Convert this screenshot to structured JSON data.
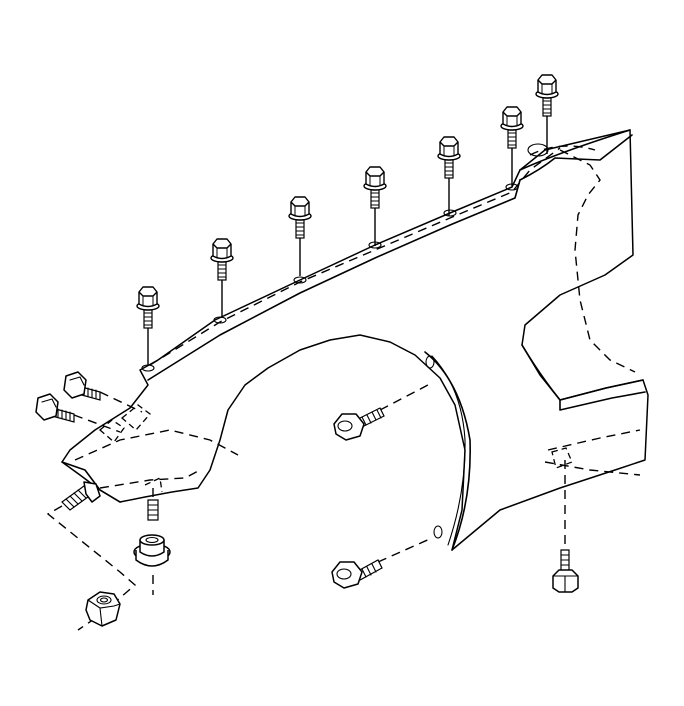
{
  "figure": {
    "subject": "fender-installation-exploded-view",
    "background_color": "#ffffff",
    "line_color": "#000000"
  },
  "parts": {
    "fender_panel": "fender",
    "top_bolts_count": 7,
    "front_bolts_count": 2,
    "wheel_well_bolts_count": 2,
    "lower_rear_bolt_count": 1,
    "lower_front_stud_count": 1,
    "nuts_count": 2,
    "lower_front_vertical_bolt_count": 1
  }
}
